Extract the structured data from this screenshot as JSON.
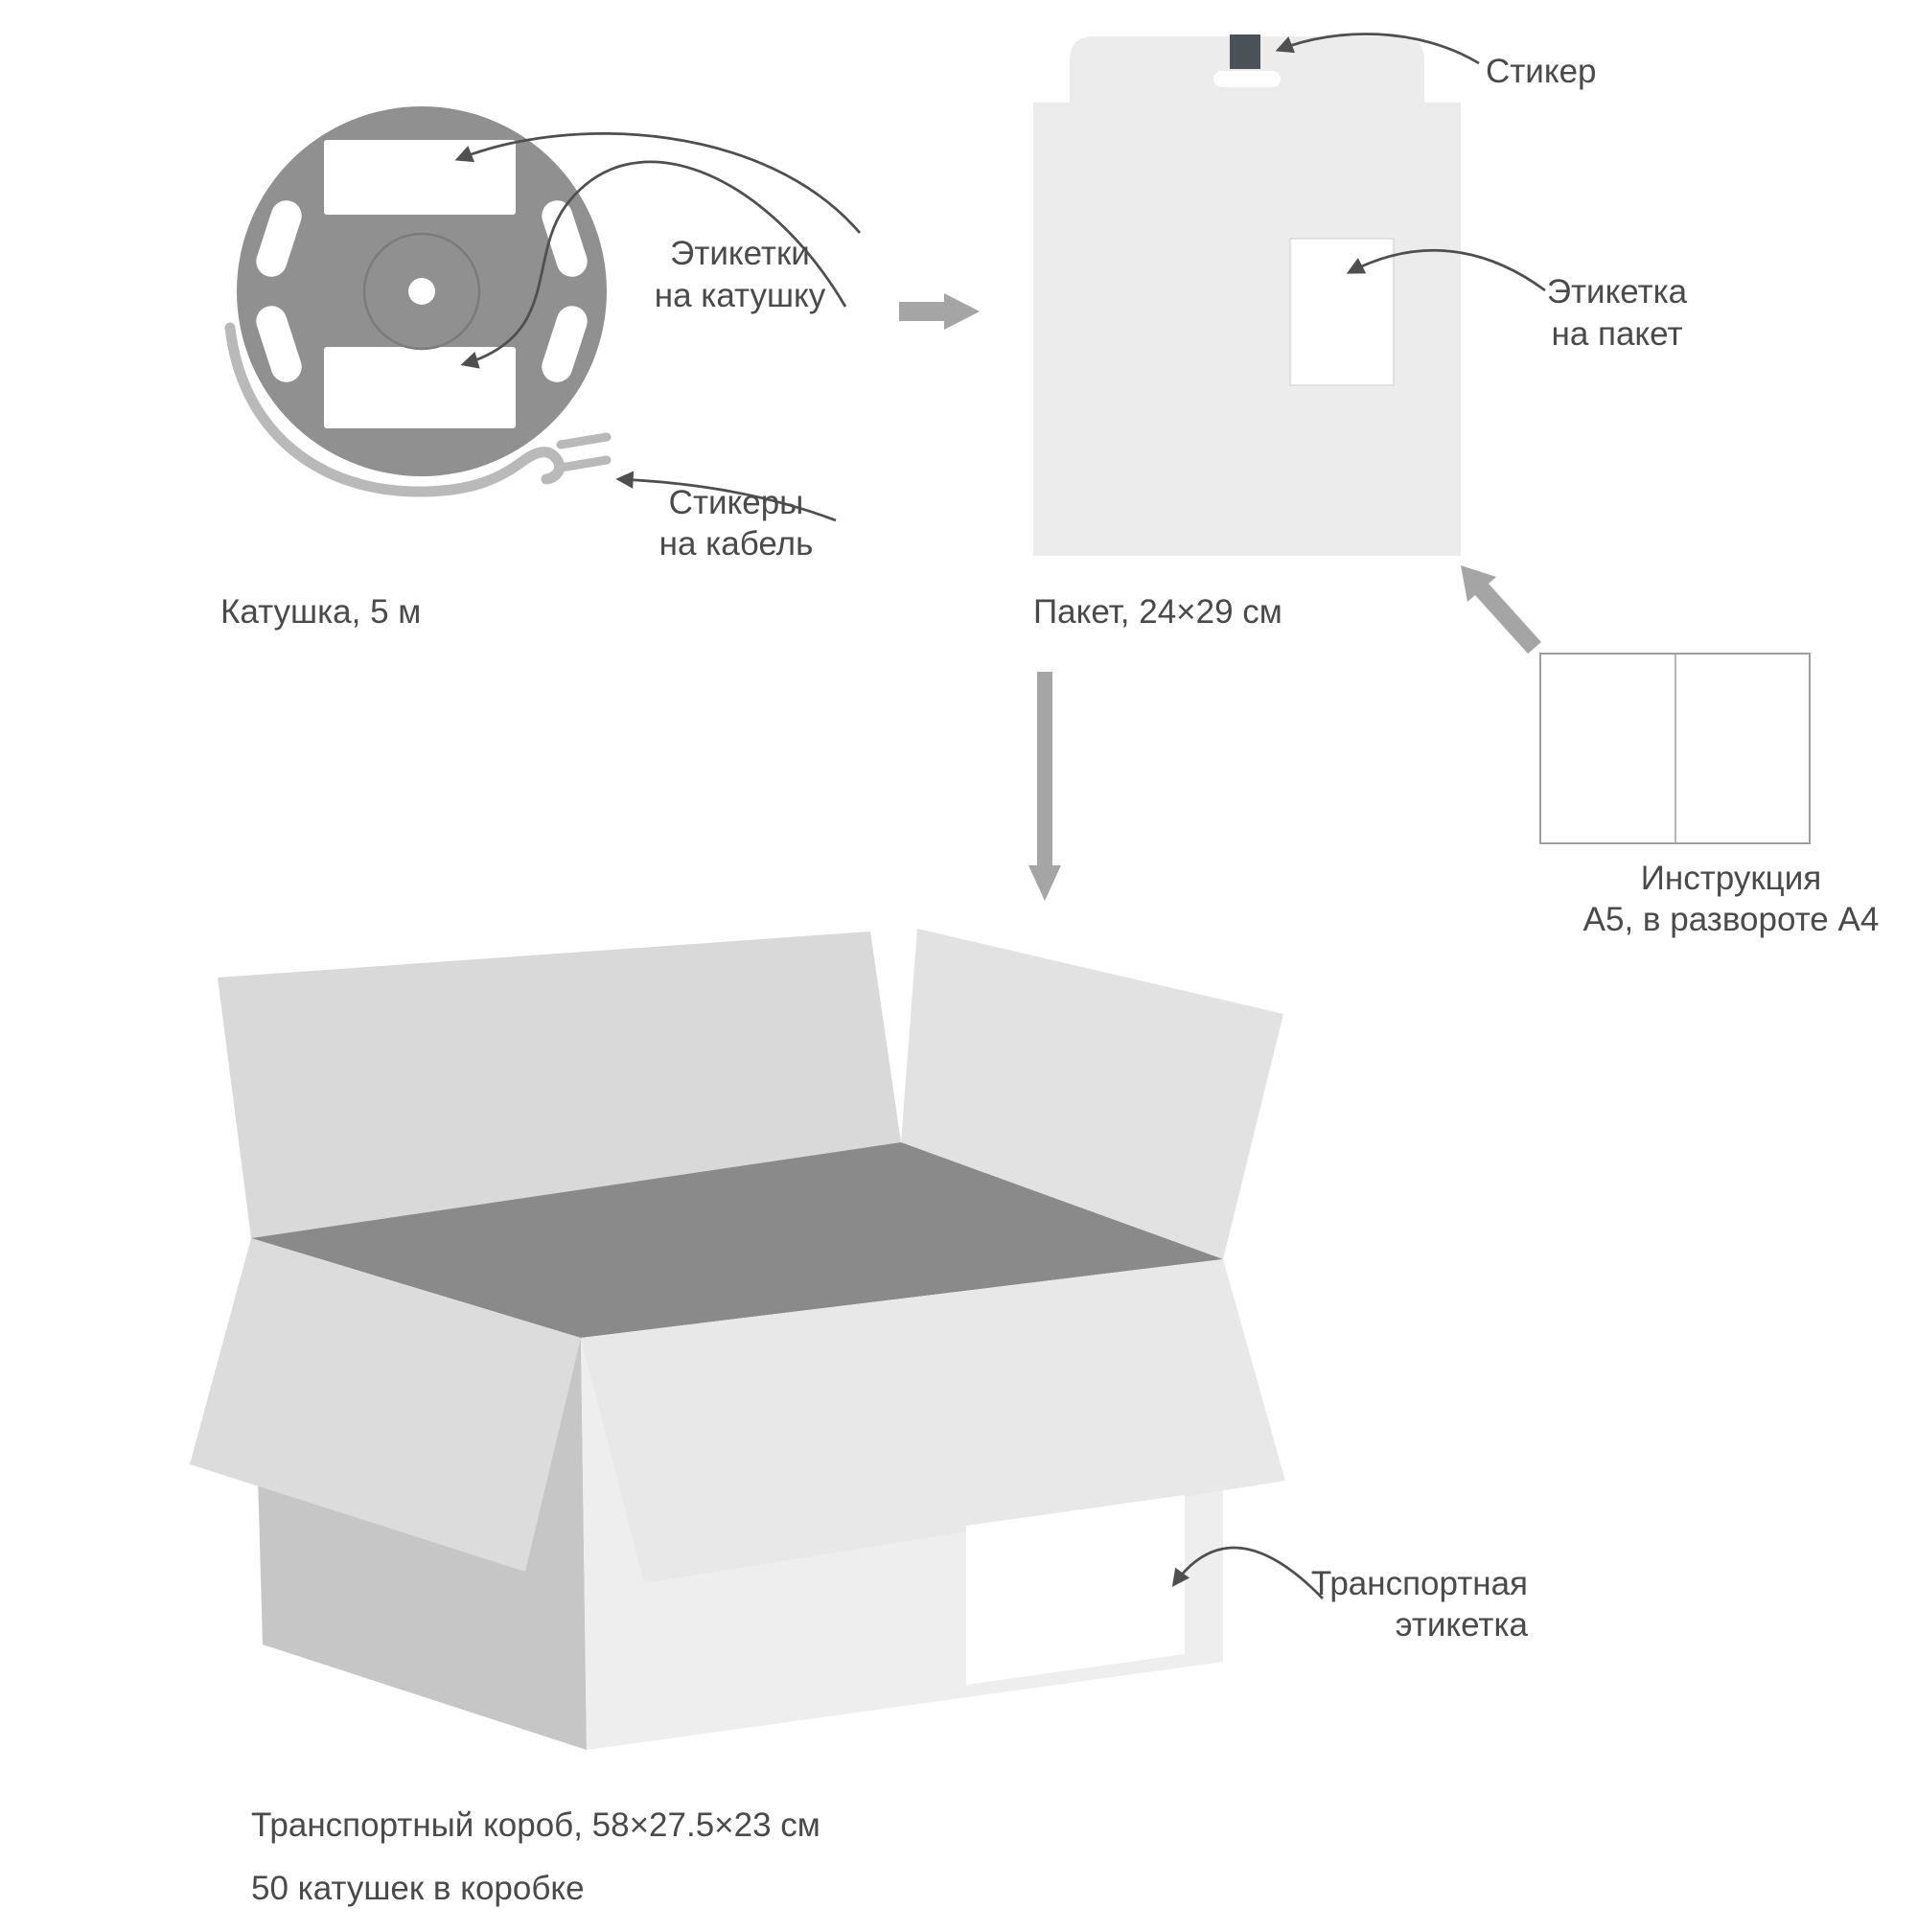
{
  "colors": {
    "text": "#4a4a4a",
    "thin_arrow": "#4f4f4f",
    "thick_arrow": "#a5a5a5",
    "reel_gray": "#909090",
    "cable_gray": "#b9b9b9",
    "package_gray": "#ececec",
    "sticker_dark": "#4a5157",
    "box_interior": "#8a8a8a",
    "box_left_face": "#c6c6c6",
    "box_front_face": "#eeeeee",
    "white": "#ffffff"
  },
  "reel": {
    "caption": "Катушка, 5 м",
    "spool_labels": {
      "line1": "Этикетки",
      "line2": "на катушку"
    },
    "cable_stickers": {
      "line1": "Стикеры",
      "line2": "на кабель"
    }
  },
  "package": {
    "caption": "Пакет, 24×29 см",
    "sticker_label": "Стикер",
    "package_label": {
      "line1": "Этикетка",
      "line2": "на пакет"
    }
  },
  "instruction": {
    "label": {
      "line1": "Инструкция",
      "line2": "А5, в развороте А4"
    }
  },
  "box": {
    "caption": "Транспортный короб, 58×27.5×23 см",
    "caption2": "50 катушек в коробке",
    "transport_label": {
      "line1": "Транспортная",
      "line2": "этикетка"
    }
  }
}
